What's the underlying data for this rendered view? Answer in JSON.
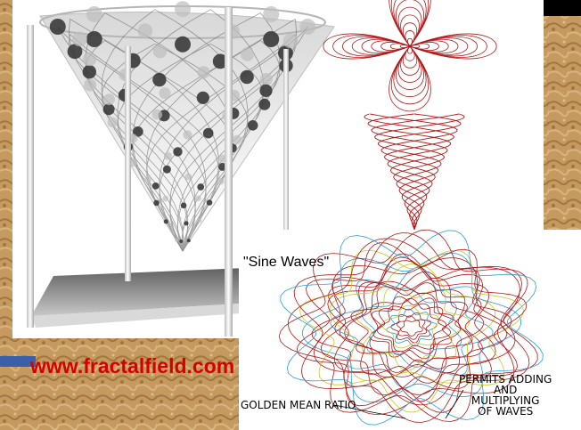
{
  "labels": {
    "url": "www.fractalfield.com",
    "sine_waves": "\"Sine Waves\"",
    "golden_mean": "GOLDEN MEAN RATIO",
    "permits": [
      "PERMITS ADDING",
      "AND",
      "MULTIPLYING",
      "OF WAVES"
    ]
  },
  "colors": {
    "background_texture": "#c9a16a",
    "wave_red": "#b01818",
    "url_red": "#d40000"
  }
}
